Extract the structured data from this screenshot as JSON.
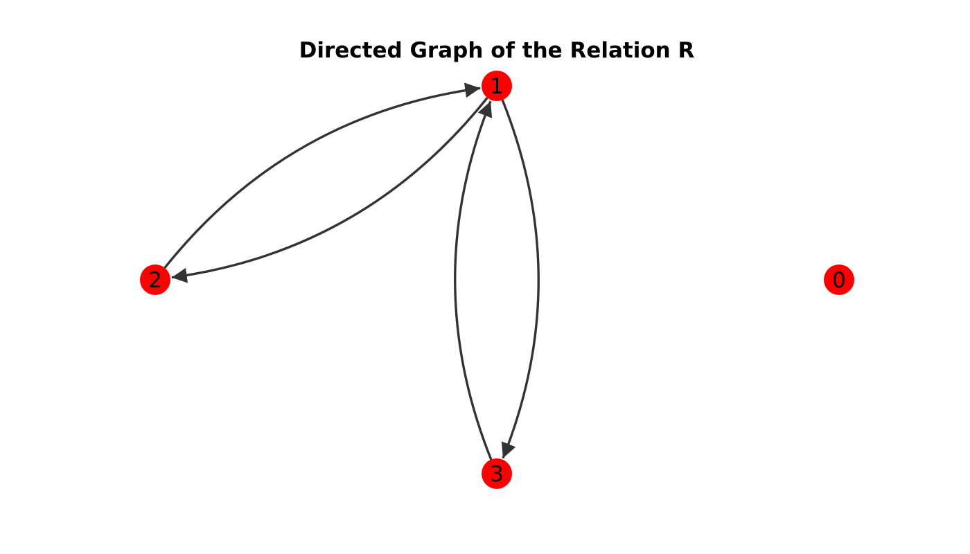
{
  "title": "Directed Graph of the Relation R",
  "colors": {
    "node_fill": "#ff0000",
    "edge_stroke": "#333333",
    "label": "#000000",
    "background": "#ffffff"
  },
  "graph": {
    "directed": true,
    "nodes": [
      {
        "id": "1",
        "label": "1"
      },
      {
        "id": "2",
        "label": "2"
      },
      {
        "id": "3",
        "label": "3"
      },
      {
        "id": "0",
        "label": "0"
      }
    ],
    "edges": [
      {
        "from": "1",
        "to": "2"
      },
      {
        "from": "2",
        "to": "1"
      },
      {
        "from": "1",
        "to": "3"
      },
      {
        "from": "3",
        "to": "1"
      }
    ]
  }
}
